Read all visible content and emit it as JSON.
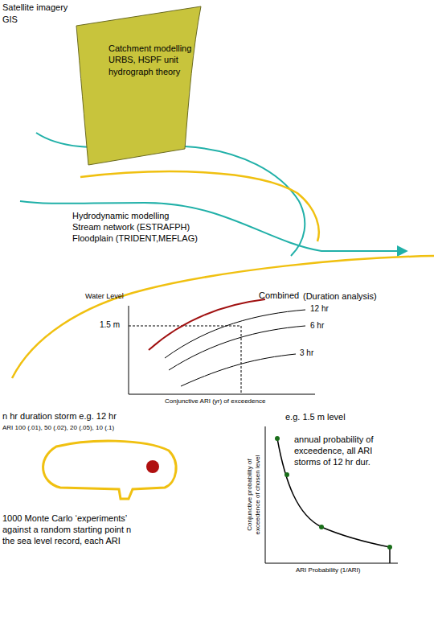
{
  "diagram": {
    "nodes": [
      {
        "text": [
          "Catchment modelling URBS, HSPF unit hydrograph theory"
        ]
      }
    ],
    "labels": [
      "Satellite imagery",
      "GIS",
      "Hydrodynamic modelling Stream network (ESTRAFPH) Floodplain (TRIDENT,MEFLAG)",
      "Combined",
      "(Duration analysis)",
      "Water Level",
      "12 hr",
      "1.5 m",
      "6 hr",
      "3 hr",
      "Conjunctive ARI (yr) of exceedence",
      "n hr duration storm e.g. 12 hr",
      "e.g. 1.5 m level",
      "ARI 100 (.01), 50 (.02), 20 (.05), 10 (.1)",
      "Conjunctive probability of exceedence of chosen level",
      "annual probability of exceedence, all ARI storms of 12 hr dur.",
      "1000 Monte Carlo ‘experiments’ against a random starting point n the sea level record, each ARI",
      "ARI Probability (1/ARI)"
    ]
  }
}
